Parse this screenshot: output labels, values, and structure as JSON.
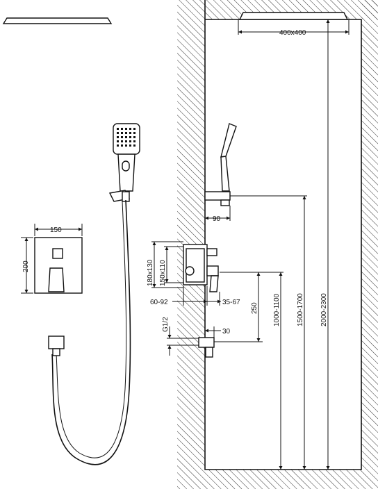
{
  "dimensions": {
    "head_size": "400x400",
    "arm_projection": "90",
    "plate_width": "150",
    "plate_height": "200",
    "box_outer": "180x130",
    "box_inner": "150x110",
    "wall_depth": "60-92",
    "trim_depth": "35-67",
    "outlet_thread": "G1/2",
    "outlet_projection": "30",
    "mixer_to_outlet": "250",
    "mixer_height": "1000-1100",
    "holder_height": "1500-1700",
    "head_height": "2000-2300"
  },
  "colors": {
    "line": "#111111",
    "background": "#ffffff",
    "hatch": "#333333"
  }
}
